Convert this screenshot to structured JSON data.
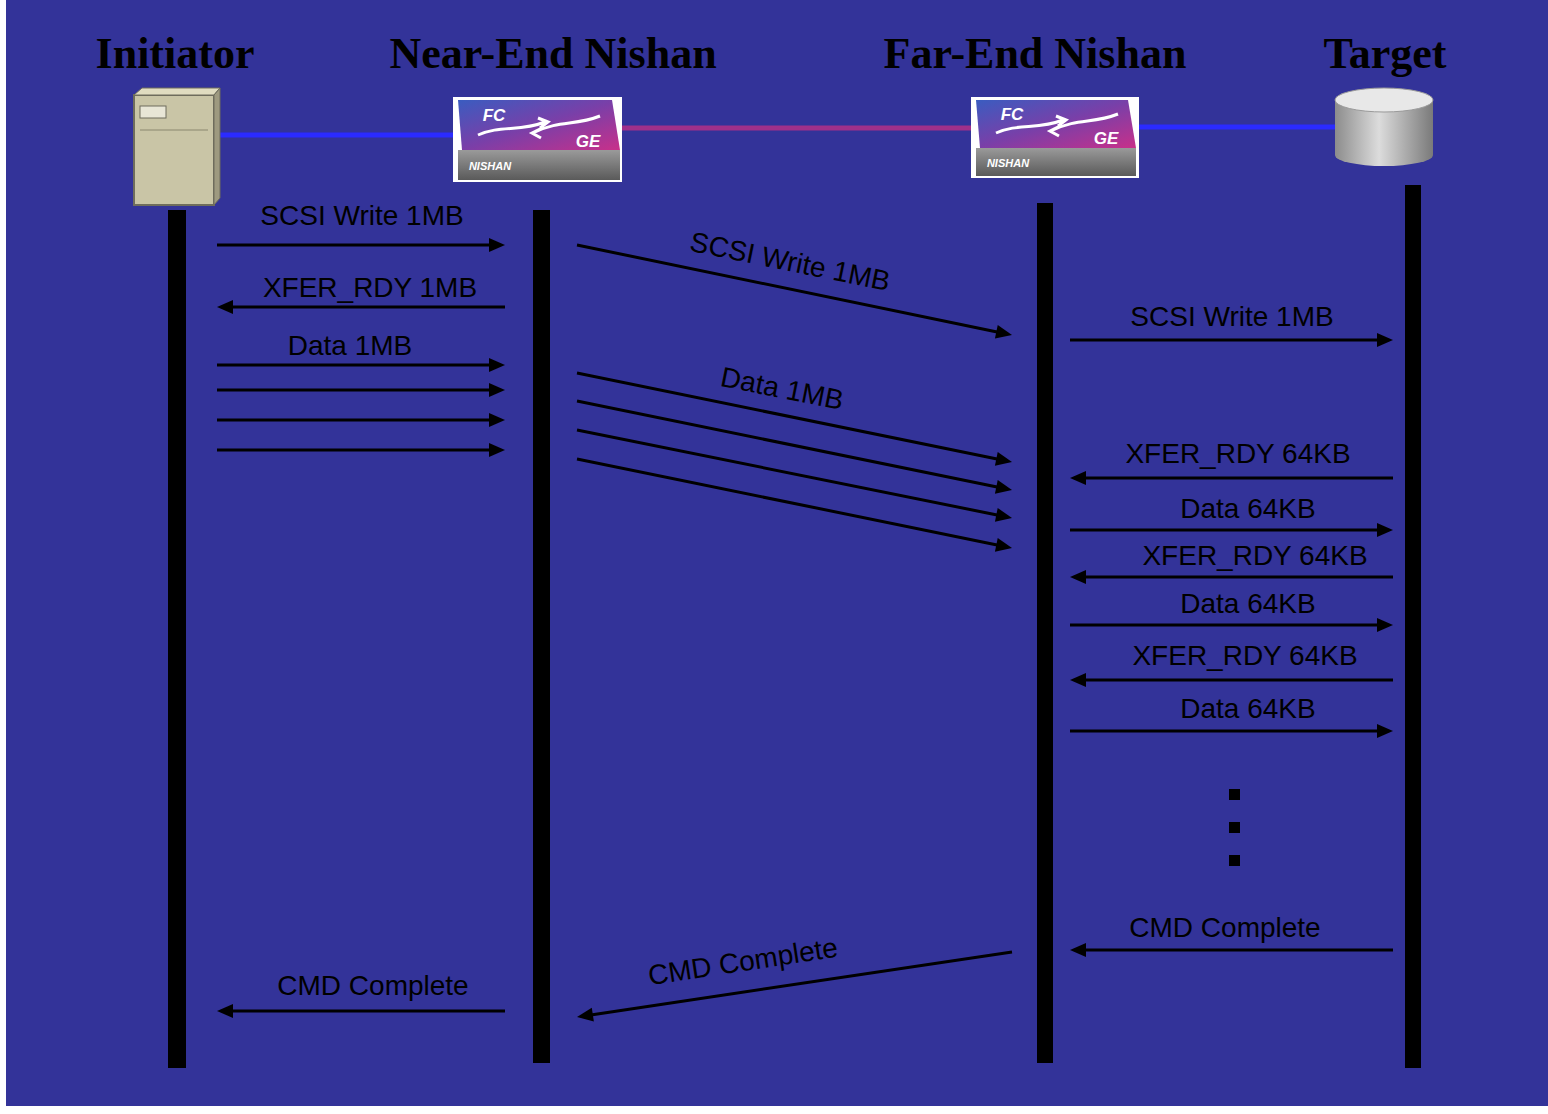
{
  "diagram": {
    "nodes": [
      {
        "text": [
          "Initiator"
        ]
      },
      {
        "text": [
          "Near-End Nishan"
        ]
      },
      {
        "text": [
          "Far-End Nishan"
        ]
      },
      {
        "text": [
          "Target"
        ]
      }
    ],
    "edges": [
      {
        "from": 0,
        "to": 1,
        "arrow": "none"
      },
      {
        "from": 1,
        "to": 2,
        "arrow": "none"
      },
      {
        "from": 2,
        "to": 3,
        "arrow": "none"
      },
      {
        "from": 0,
        "to": 1,
        "label": "SCSI Write 1MB",
        "arrow": "to"
      },
      {
        "from": 1,
        "to": 2,
        "label": "SCSI Write 1MB",
        "arrow": "to"
      },
      {
        "from": 1,
        "to": 0,
        "label": "XFER_RDY 1MB",
        "arrow": "to"
      },
      {
        "from": 2,
        "to": 3,
        "label": "SCSI Write 1MB",
        "arrow": "to"
      },
      {
        "from": 0,
        "to": 1,
        "label": "Data 1MB",
        "arrow": "to"
      },
      {
        "from": 0,
        "to": 1,
        "arrow": "to"
      },
      {
        "from": 0,
        "to": 1,
        "arrow": "to"
      },
      {
        "from": 0,
        "to": 1,
        "arrow": "to"
      },
      {
        "from": 1,
        "to": 2,
        "label": "Data 1MB",
        "arrow": "to"
      },
      {
        "from": 1,
        "to": 2,
        "arrow": "to"
      },
      {
        "from": 1,
        "to": 2,
        "arrow": "to"
      },
      {
        "from": 1,
        "to": 2,
        "arrow": "to"
      },
      {
        "from": 3,
        "to": 2,
        "label": "XFER_RDY 64KB",
        "arrow": "to"
      },
      {
        "from": 2,
        "to": 3,
        "label": "Data 64KB",
        "arrow": "to"
      },
      {
        "from": 3,
        "to": 2,
        "label": "XFER_RDY 64KB",
        "arrow": "to"
      },
      {
        "from": 2,
        "to": 3,
        "label": "Data 64KB",
        "arrow": "to"
      },
      {
        "from": 3,
        "to": 2,
        "label": "XFER_RDY 64KB",
        "arrow": "to"
      },
      {
        "from": 2,
        "to": 3,
        "label": "Data 64KB",
        "arrow": "to"
      },
      {
        "from": 3,
        "to": 2,
        "label": "CMD Complete",
        "arrow": "to"
      },
      {
        "from": 2,
        "to": 1,
        "label": "CMD Complete",
        "arrow": "to"
      },
      {
        "from": 1,
        "to": 0,
        "label": "CMD Complete",
        "arrow": "to"
      }
    ],
    "labels": [
      "FC",
      "GE",
      "NISHAN",
      "FC",
      "GE",
      "NISHAN"
    ]
  }
}
